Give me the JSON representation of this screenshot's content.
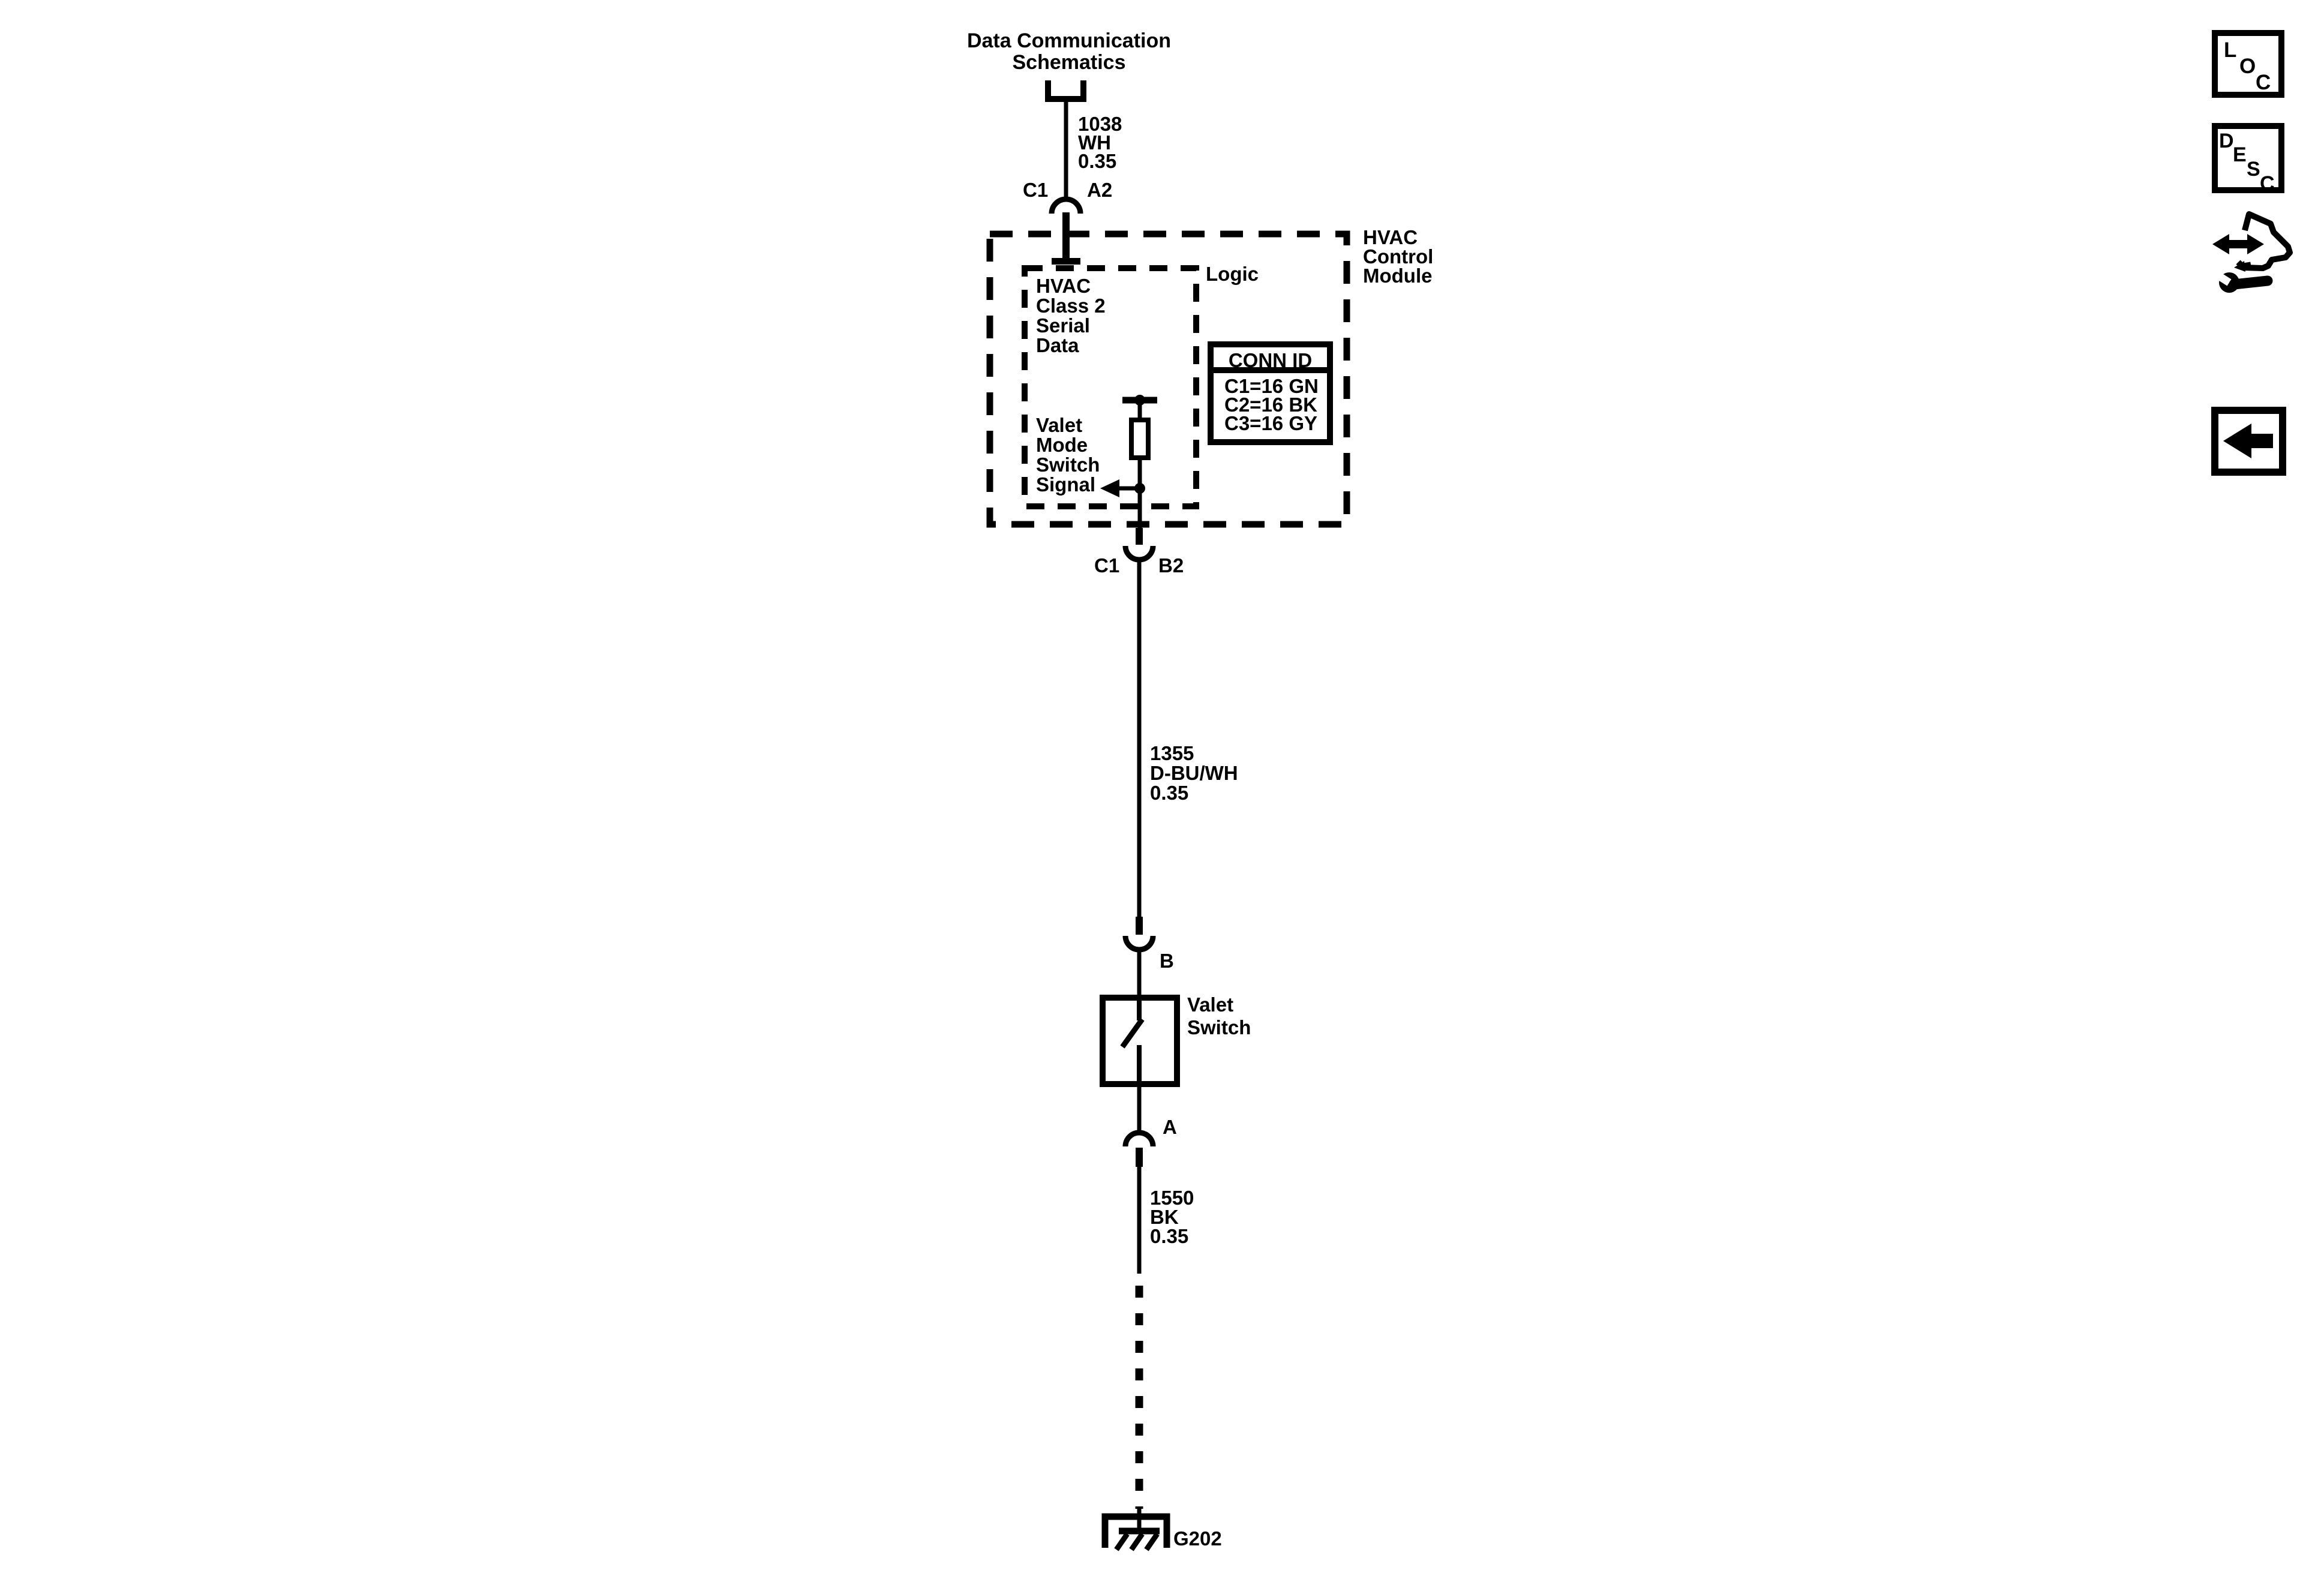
{
  "colors": {
    "ink": "#000000",
    "paper": "#ffffff"
  },
  "schematic": {
    "offpage_title": "Data Communication\nSchematics",
    "wire_1038": "1038\nWH\n0.35",
    "conn_top_left": "C1",
    "conn_top_right": "A2",
    "module_name": "HVAC\nControl\nModule",
    "logic_label": "Logic",
    "net_class2": "HVAC\nClass 2\nSerial\nData",
    "net_valet": "Valet\nMode\nSwitch\nSignal",
    "conn_id_table": {
      "header": "CONN ID",
      "rows": [
        "C1=16 GN",
        "C2=16 BK",
        "C3=16 GY"
      ]
    },
    "conn_mid_left": "C1",
    "conn_mid_right": "B2",
    "wire_1355": "1355\nD-BU/WH\n0.35",
    "pin_b": "B",
    "switch_name": "Valet\nSwitch",
    "pin_a": "A",
    "wire_1550": "1550\nBK\n0.35",
    "ground_id": "G202"
  },
  "toolbar": {
    "loc_letters": [
      "L",
      "O",
      "C"
    ],
    "desc_letters": [
      "D",
      "E",
      "S",
      "C"
    ]
  }
}
